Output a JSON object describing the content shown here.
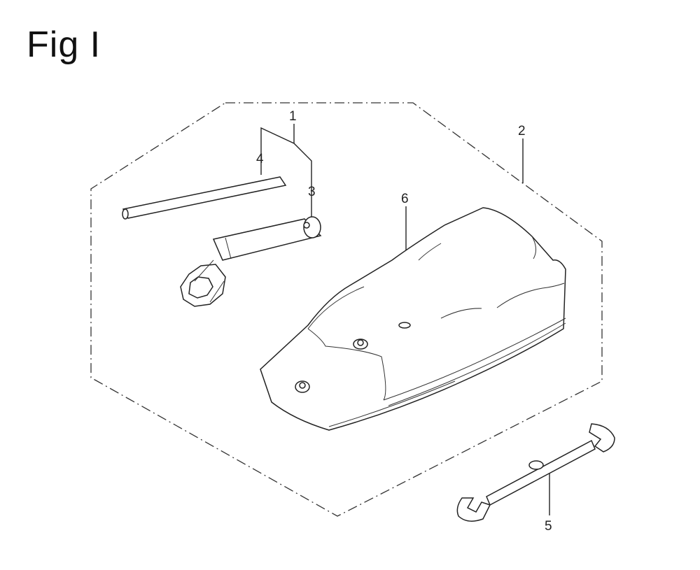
{
  "figure": {
    "title": "Fig I"
  },
  "callouts": {
    "p1": "1",
    "p2": "2",
    "p3": "3",
    "p4": "4",
    "p5": "5",
    "p6": "6"
  }
}
